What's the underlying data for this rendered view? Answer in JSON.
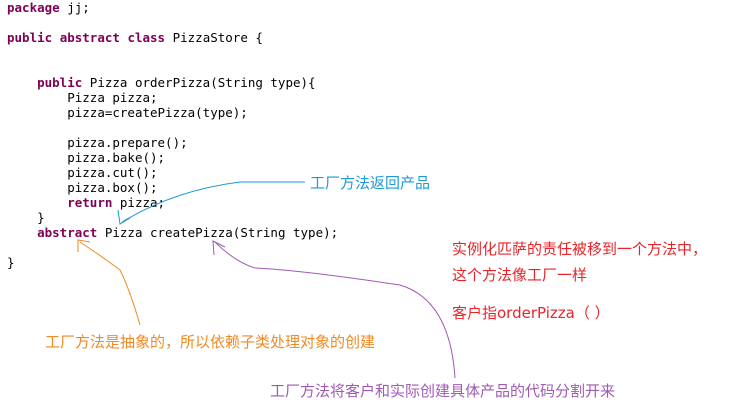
{
  "code": {
    "line1": {
      "kw": "package",
      "rest": " jj;"
    },
    "line3": {
      "kw1": "public",
      "kw2": "abstract",
      "kw3": "class",
      "rest": " PizzaStore {"
    },
    "line6": {
      "kw": "public",
      "rest": " Pizza orderPizza(String type){"
    },
    "line7": {
      "text": "Pizza pizza;"
    },
    "line8": {
      "text": "pizza=createPizza(type);"
    },
    "line10": {
      "text": "pizza.prepare();"
    },
    "line11": {
      "text": "pizza.bake();"
    },
    "line12": {
      "text": "pizza.cut();"
    },
    "line13": {
      "text": "pizza.box();"
    },
    "line14": {
      "kw": "return",
      "rest": " pizza;"
    },
    "line15": {
      "text": "}"
    },
    "line16": {
      "kw": "abstract",
      "rest": " Pizza createPizza(String type);"
    },
    "line18": {
      "text": "}"
    }
  },
  "annotations": {
    "factory_returns": "工厂方法返回产品",
    "red_line1": "实例化匹萨的责任被移到一个方法中，",
    "red_line2": "这个方法像工厂一样",
    "red_line3": "客户指orderPizza（ ）",
    "orange": "工厂方法是抽象的，所以依赖子类处理对象的创建",
    "purple": "工厂方法将客户和实际创建具体产品的代码分割开来"
  },
  "colors": {
    "keyword": "#7f0055",
    "variable": "#0000c0",
    "blue_annotation": "#1e9ad6",
    "red_annotation": "#e8242a",
    "orange_annotation": "#f08a24",
    "purple_annotation": "#a05ab4"
  }
}
